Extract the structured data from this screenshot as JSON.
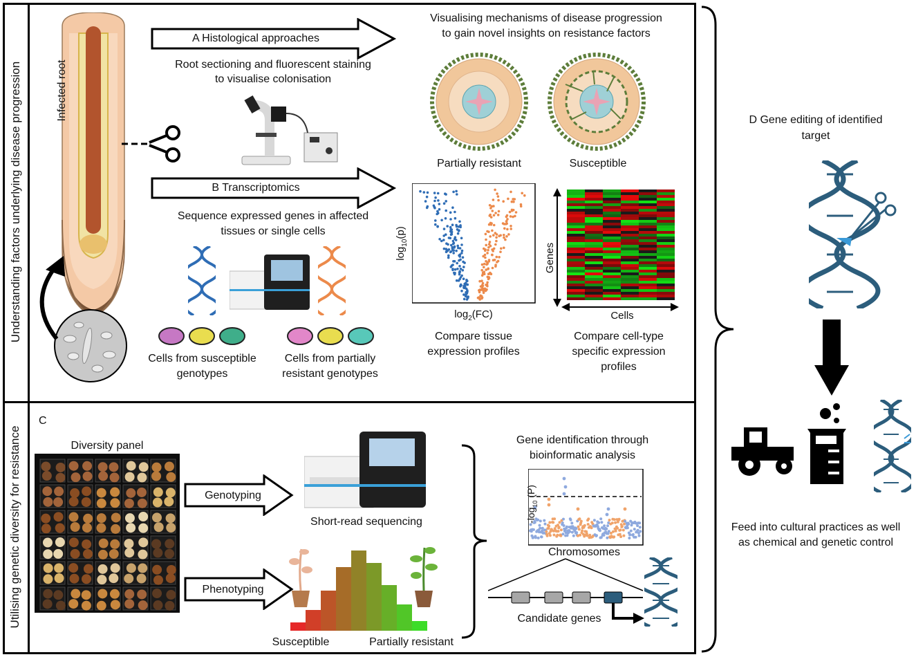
{
  "side_labels": {
    "top": "Understanding factors underlying disease progression",
    "bottom": "Utilising genetic diversity for resistance"
  },
  "root": {
    "label": "Infected root"
  },
  "histology": {
    "arrow_label": "A  Histological approaches",
    "desc_line1": "Root sectioning and fluorescent staining",
    "desc_line2": "to visualise colonisation",
    "header_line1": "Visualising mechanisms of disease progression",
    "header_line2": "to gain novel insights on resistance factors",
    "partial_label": "Partially resistant",
    "susceptible_label": "Susceptible"
  },
  "transcriptomics": {
    "arrow_label": "B  Transcriptomics",
    "desc_line1": "Sequence expressed genes in affected",
    "desc_line2": "tissues or single cells",
    "cells_susceptible_line1": "Cells from susceptible",
    "cells_susceptible_line2": "genotypes",
    "cells_resistant_line1": "Cells from partially",
    "cells_resistant_line2": "resistant genotypes",
    "volcano_ylabel": "log10(p)",
    "volcano_xlabel": "log2(FC)",
    "volcano_caption_line1": "Compare tissue",
    "volcano_caption_line2": "expression profiles",
    "heatmap_ylabel": "Genes",
    "heatmap_xlabel": "Cells",
    "heatmap_caption_line1": "Compare cell-type",
    "heatmap_caption_line2": "specific expression",
    "heatmap_caption_line3": "profiles"
  },
  "panel_c": {
    "letter": "C",
    "diversity_label": "Diversity panel",
    "genotyping_label": "Genotyping",
    "phenotyping_label": "Phenotyping",
    "sequencing_label": "Short-read sequencing",
    "susceptible_label": "Susceptible",
    "resistant_label": "Partially resistant",
    "gene_id_line1": "Gene identification through",
    "gene_id_line2": "bioinformatic analysis",
    "manhattan_ylabel": "-log10 (P)",
    "manhattan_xlabel": "Chromosomes",
    "candidate_label": "Candidate genes"
  },
  "panel_d": {
    "title_line1": "D  Gene editing of identified",
    "title_line2": "target",
    "feed_line1": "Feed into cultural practices as well",
    "feed_line2": "as chemical and genetic control"
  },
  "colors": {
    "susceptible_blue": "#2f6db5",
    "resistant_orange": "#ec8a4b",
    "dna_dark": "#2c5d7c",
    "manhattan_blue": "#8ea9de",
    "manhattan_orange": "#f0a36a"
  },
  "icons": [
    "scissors-icon",
    "microscope-icon",
    "sequencer-icon",
    "tractor-icon",
    "beaker-icon",
    "dna-icon"
  ]
}
